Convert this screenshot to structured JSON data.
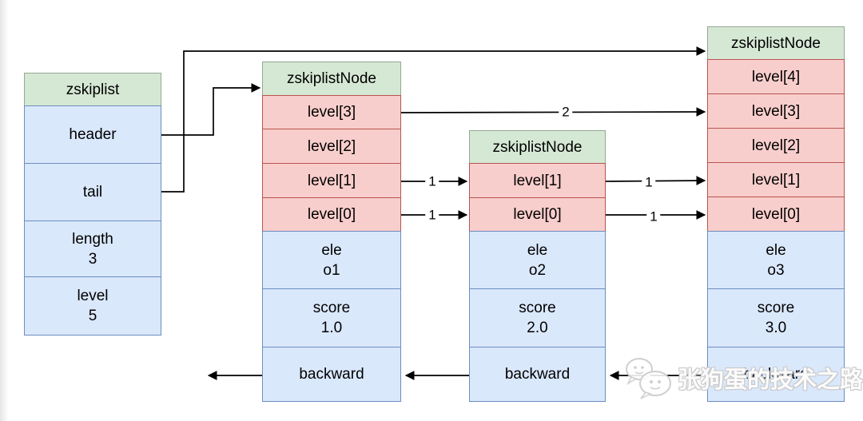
{
  "colors": {
    "green_fill": "#d5e8d4",
    "green_stroke": "#95a795",
    "red_fill": "#f8cecc",
    "red_stroke": "#b85450",
    "blue_fill": "#dae8fc",
    "blue_stroke": "#6c8ebf",
    "wire": "#000000"
  },
  "zskiplist": {
    "title": "zskiplist",
    "rows": [
      {
        "label": "header"
      },
      {
        "label": "tail"
      },
      {
        "label": "length",
        "value": "3"
      },
      {
        "label": "level",
        "value": "5"
      }
    ]
  },
  "nodes": [
    {
      "title": "zskiplistNode",
      "levels": [
        "level[3]",
        "level[2]",
        "level[1]",
        "level[0]"
      ],
      "fields": [
        {
          "label": "ele",
          "value": "o1"
        },
        {
          "label": "score",
          "value": "1.0"
        },
        {
          "label": "backward"
        }
      ]
    },
    {
      "title": "zskiplistNode",
      "levels": [
        "level[1]",
        "level[0]"
      ],
      "fields": [
        {
          "label": "ele",
          "value": "o2"
        },
        {
          "label": "score",
          "value": "2.0"
        },
        {
          "label": "backward"
        }
      ]
    },
    {
      "title": "zskiplistNode",
      "levels": [
        "level[4]",
        "level[3]",
        "level[2]",
        "level[1]",
        "level[0]"
      ],
      "fields": [
        {
          "label": "ele",
          "value": "o3"
        },
        {
          "label": "score",
          "value": "3.0"
        },
        {
          "label": "backward"
        }
      ]
    }
  ],
  "span_labels": [
    {
      "text": "2"
    },
    {
      "text": "1"
    },
    {
      "text": "1"
    },
    {
      "text": "1"
    },
    {
      "text": "1"
    }
  ],
  "watermark": {
    "text": "张狗蛋的技术之路"
  }
}
